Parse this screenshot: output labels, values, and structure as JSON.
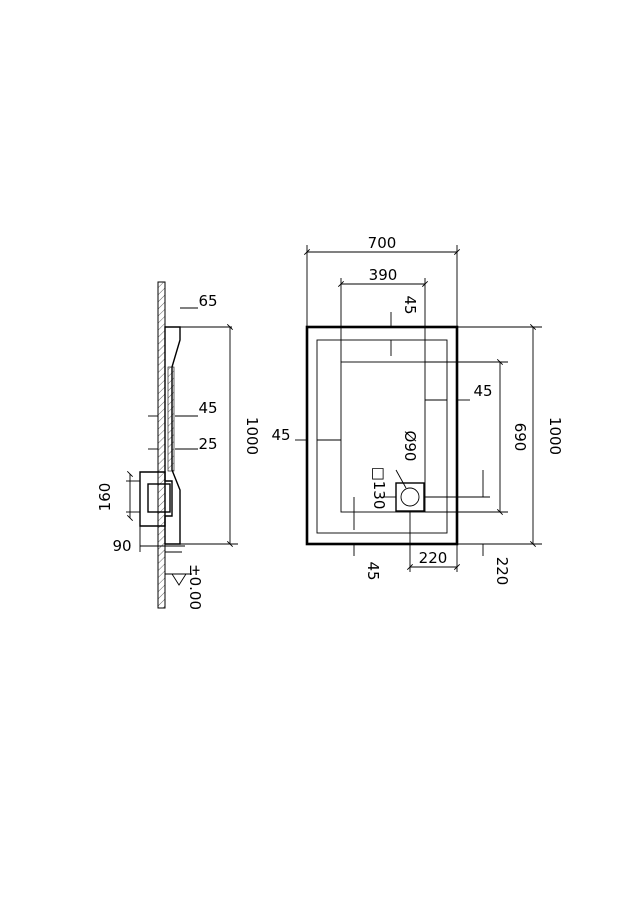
{
  "plan": {
    "width": "700",
    "inner_width": "390",
    "top_rim": "45",
    "right_rim": "45",
    "left_rim": "45",
    "inner_height": "690",
    "height": "1000",
    "drain_diameter": "Ø90",
    "drain_square": "□130",
    "bottom_rim": "45",
    "drain_offset_x": "220",
    "drain_offset_y": "220"
  },
  "section": {
    "rim_height": "65",
    "thickness": "45",
    "recess": "25",
    "height": "1000",
    "drain_height": "160",
    "drain_depth": "90",
    "floor_level": "±0.00"
  }
}
